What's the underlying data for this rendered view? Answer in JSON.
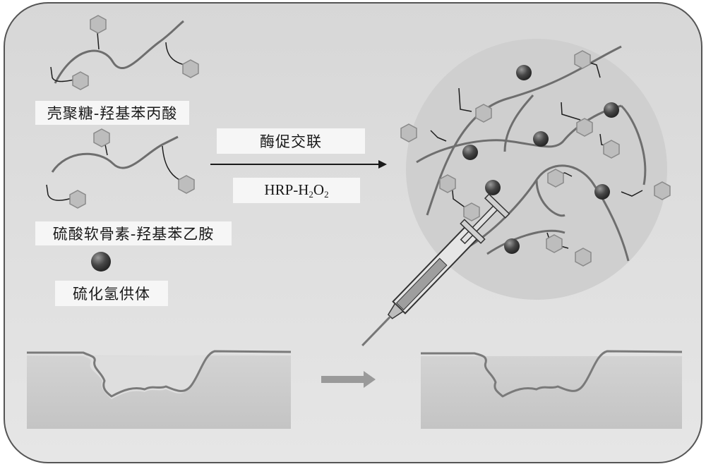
{
  "labels": {
    "chitosan_conjugate": "壳聚糖-羟基苯丙酸",
    "chondroitin_conjugate": "硫酸软骨素-羟基苯乙胺",
    "h2s_donor": "硫化氢供体",
    "reaction_condition": "酶促交联",
    "catalyst_prefix": "HRP-H",
    "catalyst_sub1": "2",
    "catalyst_o": "O",
    "catalyst_sub2": "2"
  },
  "colors": {
    "panel": "#dedede",
    "circle": "#cfcfcf",
    "polymer": "#6e6e6e",
    "hexagon_fill": "#bdbdbd",
    "hexagon_stroke": "#8a8a8a",
    "sphere": "#474747",
    "tissue": "#cbcbcb",
    "arrow_gray": "#9a9a9a"
  }
}
